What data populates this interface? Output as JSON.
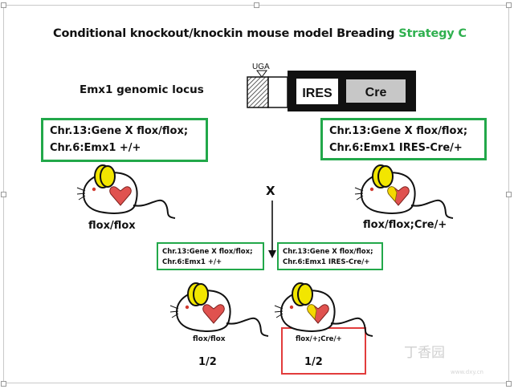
{
  "title": {
    "main": "Conditional knockout/knockin mouse model Breading",
    "strategy": "Strategy C"
  },
  "locus": {
    "label": "Emx1 genomic locus",
    "uga": "UGA",
    "ires": "IRES",
    "cre": "Cre"
  },
  "parents": {
    "left_box": [
      "Chr.13:Gene X flox/flox;",
      "Chr.6:Emx1 +/+"
    ],
    "right_box": [
      "Chr.13:Gene X flox/flox;",
      "Chr.6:Emx1 IRES-Cre/+"
    ],
    "left_label": "flox/flox",
    "right_label": "flox/flox;Cre/+",
    "cross_symbol": "X"
  },
  "offspring": {
    "left_box": [
      "Chr.13:Gene X flox/flox;",
      "Chr.6:Emx1 +/+"
    ],
    "right_box": [
      "Chr.13:Gene X flox/flox;",
      "Chr.6:Emx1 IRES-Cre/+"
    ],
    "left_label": "flox/flox",
    "right_label": "flox/+;Cre/+",
    "left_ratio": "1/2",
    "right_ratio": "1/2"
  },
  "watermark": {
    "main": "丁香园",
    "url": "www.dxy.cn"
  },
  "colors": {
    "box_border": "#22a84a",
    "highlight_border": "#e23c3c",
    "strategy_text": "#2fb04f",
    "heart": "#e0524f",
    "ear": "#f2e600",
    "yellow_heart": "#f5d800"
  }
}
